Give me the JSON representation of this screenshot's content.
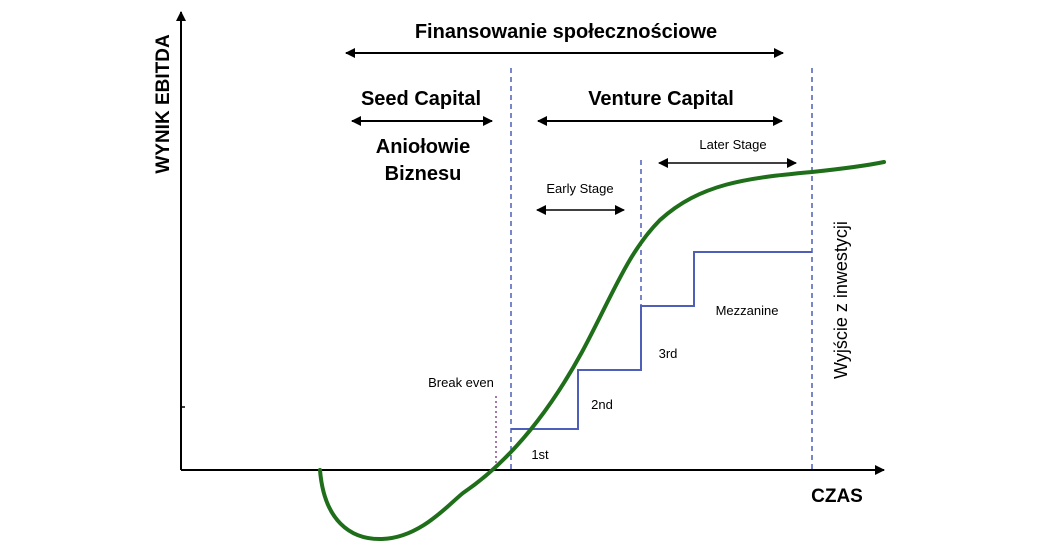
{
  "labels": {
    "y_axis": "WYNIK EBITDA",
    "x_axis": "CZAS",
    "crowdfunding": "Finansowanie społecznościowe",
    "seed_capital": "Seed Capital",
    "angels_line1": "Aniołowie",
    "angels_line2": "Biznesu",
    "venture_capital": "Venture Capital",
    "early_stage": "Early Stage",
    "later_stage": "Later Stage",
    "break_even": "Break even",
    "round_1st": "1st",
    "round_2nd": "2nd",
    "round_3rd": "3rd",
    "mezzanine": "Mezzanine",
    "exit": "Wyjście z inwestycji"
  },
  "colors": {
    "curve": "#1f6e1a",
    "steps": "#4f5fb8",
    "divider": "#4f5fb8",
    "break_even_line": "#8a4a8a",
    "axis": "#000000"
  }
}
